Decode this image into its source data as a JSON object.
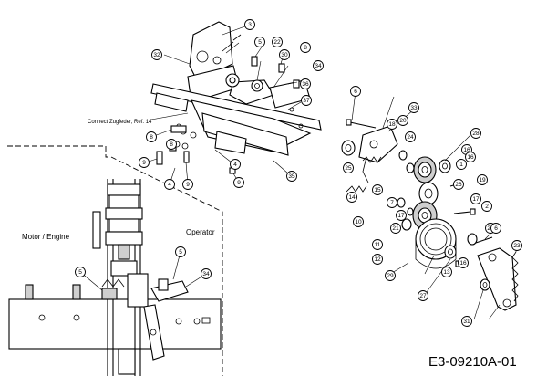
{
  "drawing_code": "E3-09210A-01",
  "labels": {
    "connect_note": "Connect Zugfeder, Ref. 14",
    "motor_engine": "Motor / Engine",
    "operator": "Operator"
  },
  "callouts": [
    "3",
    "32",
    "5",
    "22",
    "8",
    "30",
    "34",
    "36",
    "37",
    "35",
    "4",
    "9",
    "6",
    "33",
    "18",
    "20",
    "25",
    "24",
    "14",
    "15",
    "16",
    "28",
    "1",
    "19",
    "26",
    "10",
    "7",
    "17",
    "21",
    "2",
    "11",
    "12",
    "27",
    "29",
    "13",
    "23",
    "31"
  ],
  "detail_callouts": [
    "5",
    "5",
    "34"
  ]
}
